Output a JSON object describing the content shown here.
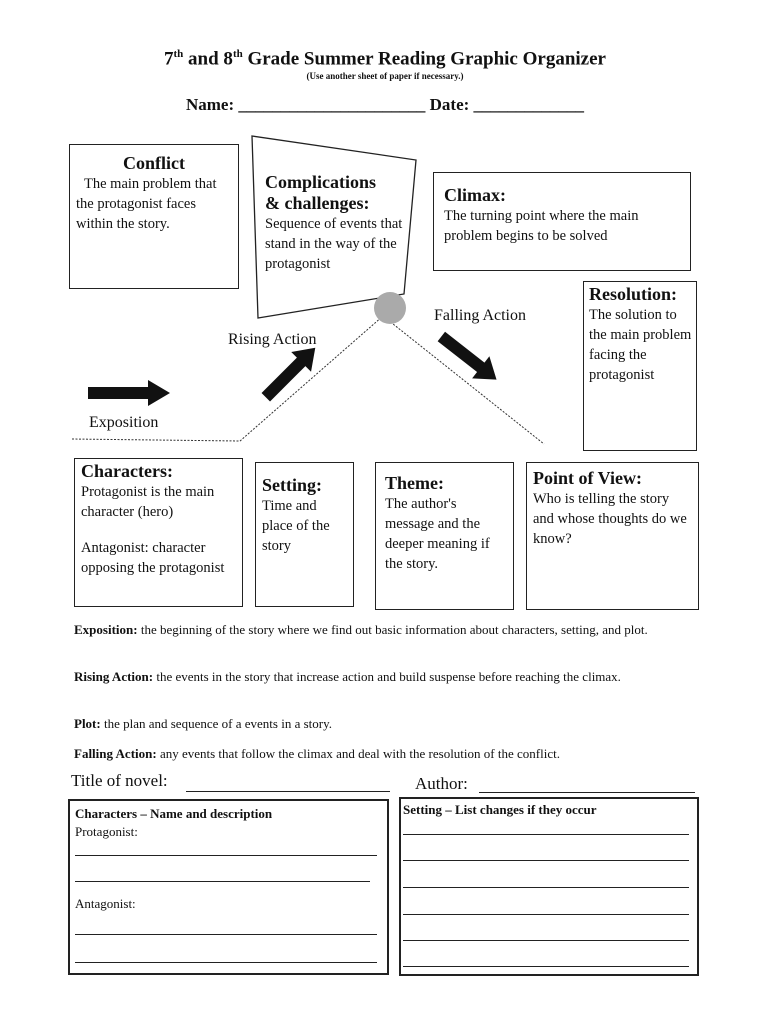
{
  "header": {
    "title_prefix_1": "7",
    "title_sup_1": "th",
    "title_mid": " and 8",
    "title_sup_2": "th",
    "title_rest": " Grade Summer Reading Graphic Organizer",
    "subtitle": "(Use another sheet of paper if necessary.)",
    "name_label": "Name:",
    "name_blank": "______________________",
    "date_label": "Date:",
    "date_blank": "_____________"
  },
  "plot": {
    "conflict": {
      "title": "Conflict",
      "text": "The main problem that the protagonist faces within the story."
    },
    "complications": {
      "title_1": "Complications",
      "title_2": "& challenges:",
      "text": "Sequence of events that stand in the way of the protagonist"
    },
    "climax": {
      "title": "Climax:",
      "text": "The turning point where the main problem begins to be solved"
    },
    "resolution": {
      "title": "Resolution:",
      "text": "The solution to the main problem facing the protagonist"
    },
    "labels": {
      "rising": "Rising Action",
      "falling": "Falling Action",
      "exposition": "Exposition"
    }
  },
  "elements": {
    "characters": {
      "title": "Characters:",
      "text_1": "Protagonist is the main character (hero)",
      "text_2": "Antagonist: character opposing the protagonist"
    },
    "setting": {
      "title": "Setting:",
      "text": "Time and place of the story"
    },
    "theme": {
      "title": "Theme:",
      "text": "The author's message and the deeper meaning if the story."
    },
    "pov": {
      "title": "Point of View:",
      "text": "Who is telling the story and whose thoughts do we know?"
    }
  },
  "definitions": [
    {
      "term": "Exposition:",
      "text": " the beginning of the story where we find out basic information about characters, setting, and plot."
    },
    {
      "term": "Rising Action:",
      "text": " the events in the story that increase action and build suspense before reaching the climax."
    },
    {
      "term": "Plot:",
      "text": " the plan and sequence of a events in a story."
    },
    {
      "term": "Falling Action:",
      "text": " any events that follow the climax and deal with the resolution of the conflict."
    }
  ],
  "novel": {
    "title_label": "Title of novel: ",
    "author_label": "Author: "
  },
  "bottom": {
    "characters_title": "Characters – Name and description",
    "protagonist_label": "Protagonist:",
    "antagonist_label": "Antagonist:",
    "setting_title": "Setting – List changes if they occur"
  }
}
